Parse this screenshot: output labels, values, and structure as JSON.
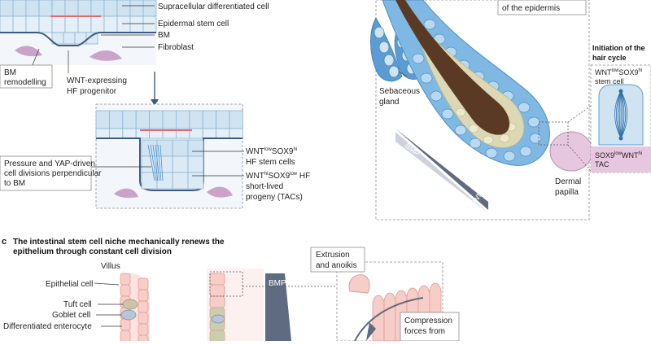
{
  "labels": {
    "supracellular": "Supracellular differentiated cell",
    "epidermal_stem": "Epidermal stem cell",
    "bm": "BM",
    "fibroblast": "Fibroblast",
    "bm_remodelling_1": "BM",
    "bm_remodelling_2": "remodelling",
    "wnt_expressing_1": "WNT-expressing",
    "wnt_expressing_2": "HF progenitor",
    "pressure_1": "Pressure and YAP-driven",
    "pressure_2": "cell divisions perpendicular",
    "pressure_3": "to BM",
    "wnt_low_a": "WNT",
    "wnt_low_sup": "low",
    "wnt_low_b": "SOX9",
    "wnt_low_sup2": "hi",
    "hf_stem": "HF stem cells",
    "wnt_hi_a": "WNT",
    "wnt_hi_sup": "hi",
    "wnt_hi_b": "SOX9",
    "wnt_hi_sup2": "low",
    "wnt_hi_c": " HF",
    "short_lived": "short-lived",
    "progeny": "progeny (TACs)",
    "of_epidermis": "of the epidermis",
    "sebaceous_1": "Sebaceous",
    "sebaceous_2": "gland",
    "bmp": "BMP",
    "wnt": "WNT",
    "dermal_1": "Dermal",
    "dermal_2": "papilla",
    "initiation_1": "Initiation of the",
    "initiation_2": "hair cycle",
    "inset_wnt_a": "WNT",
    "inset_wnt_sup": "low",
    "inset_wnt_b": "SOX9",
    "inset_wnt_sup2": "hi",
    "inset_stem": "stem cell",
    "inset_sox_a": "SOX9",
    "inset_sox_sup": "low",
    "inset_sox_b": "WNT",
    "inset_sox_sup2": "hi",
    "inset_tac": "TAC",
    "panel_c_letter": "c",
    "panel_c_title_1": "The intestinal stem cell niche mechanically renews the",
    "panel_c_title_2": "epithelium through constant cell division",
    "villus": "Villus",
    "epithelial": "Epithelial cell",
    "tuft": "Tuft cell",
    "goblet": "Goblet cell",
    "enterocyte": "Differentiated enterocyte",
    "bmp2": "BMP",
    "extrusion_1": "Extrusion",
    "extrusion_2": "and anoikis",
    "compression_1": "Compression",
    "compression_2": "forces from"
  },
  "colors": {
    "cell_blue": "#cfe3f1",
    "cell_stroke": "#8fb4d0",
    "deep_blue": "#4f95cf",
    "bm_dark": "#3d5a80",
    "fibroblast": "#c9a4c8",
    "hair": "#5a3a24",
    "tac_beige": "#ddd8b4",
    "dermal_papilla": "#e7c7e0",
    "signal_gray": "#5e6b80",
    "red_line": "#e06a6a",
    "pink_cell": "#f7cdc8",
    "pink_stroke": "#e39b93"
  }
}
